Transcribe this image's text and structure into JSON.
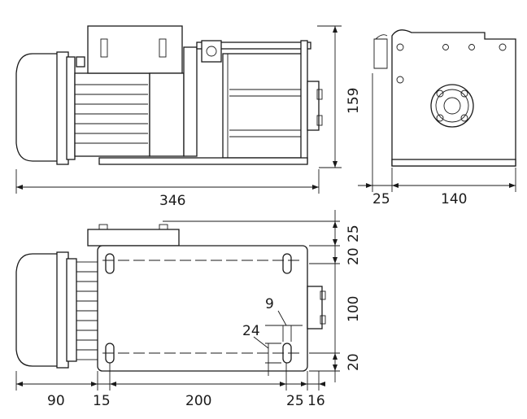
{
  "dimensions": {
    "front_length": "346",
    "front_height": "159",
    "side_offset": "25",
    "side_width": "140",
    "top_25": "25",
    "top_20a": "20",
    "top_100": "100",
    "top_20b": "20",
    "slot_9": "9",
    "slot_24": "24",
    "bottom_90": "90",
    "bottom_15": "15",
    "bottom_200": "200",
    "bottom_25": "25",
    "bottom_16": "16"
  }
}
